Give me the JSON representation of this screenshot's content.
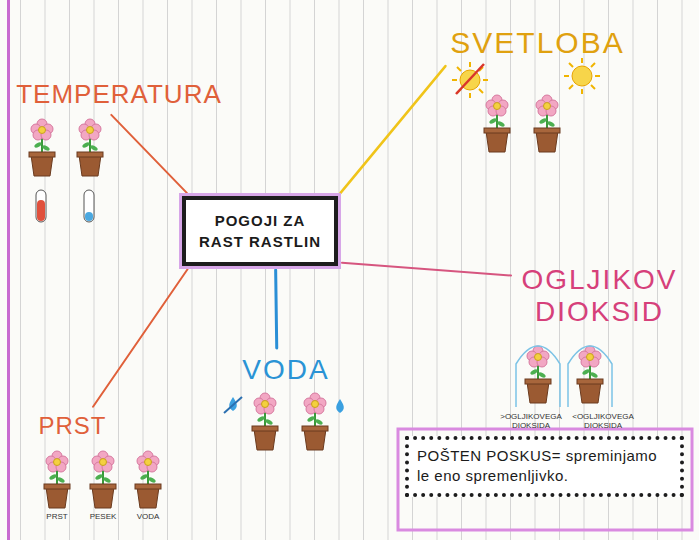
{
  "diagram": {
    "nodes": [
      {
        "text": [
          "SVETLOBA"
        ]
      },
      {
        "text": [
          "TEMPERATURA"
        ]
      },
      {
        "text": [
          "POGOJI ZA RAST RASTLIN"
        ]
      },
      {
        "text": [
          "OGLJIKOV DIOKSID"
        ]
      },
      {
        "text": [
          "VODA"
        ]
      },
      {
        "text": [
          "PRST"
        ]
      },
      {
        "text": [
          "POŠTEN POSKUS= spreminjamo le eno spremenljivko."
        ]
      }
    ],
    "edges": [
      {
        "from": 2,
        "to": 0,
        "arrow": "none"
      },
      {
        "from": 2,
        "to": 1,
        "arrow": "none"
      },
      {
        "from": 2,
        "to": 3,
        "arrow": "none"
      },
      {
        "from": 2,
        "to": 4,
        "arrow": "none"
      },
      {
        "from": 2,
        "to": 5,
        "arrow": "none"
      }
    ],
    "labels": [
      ">OGLJIKOVEGA DIOKSIDA",
      "<OGLJIKOVEGA DIOKSIDA",
      "PRST",
      "PESEK",
      "VODA"
    ]
  }
}
